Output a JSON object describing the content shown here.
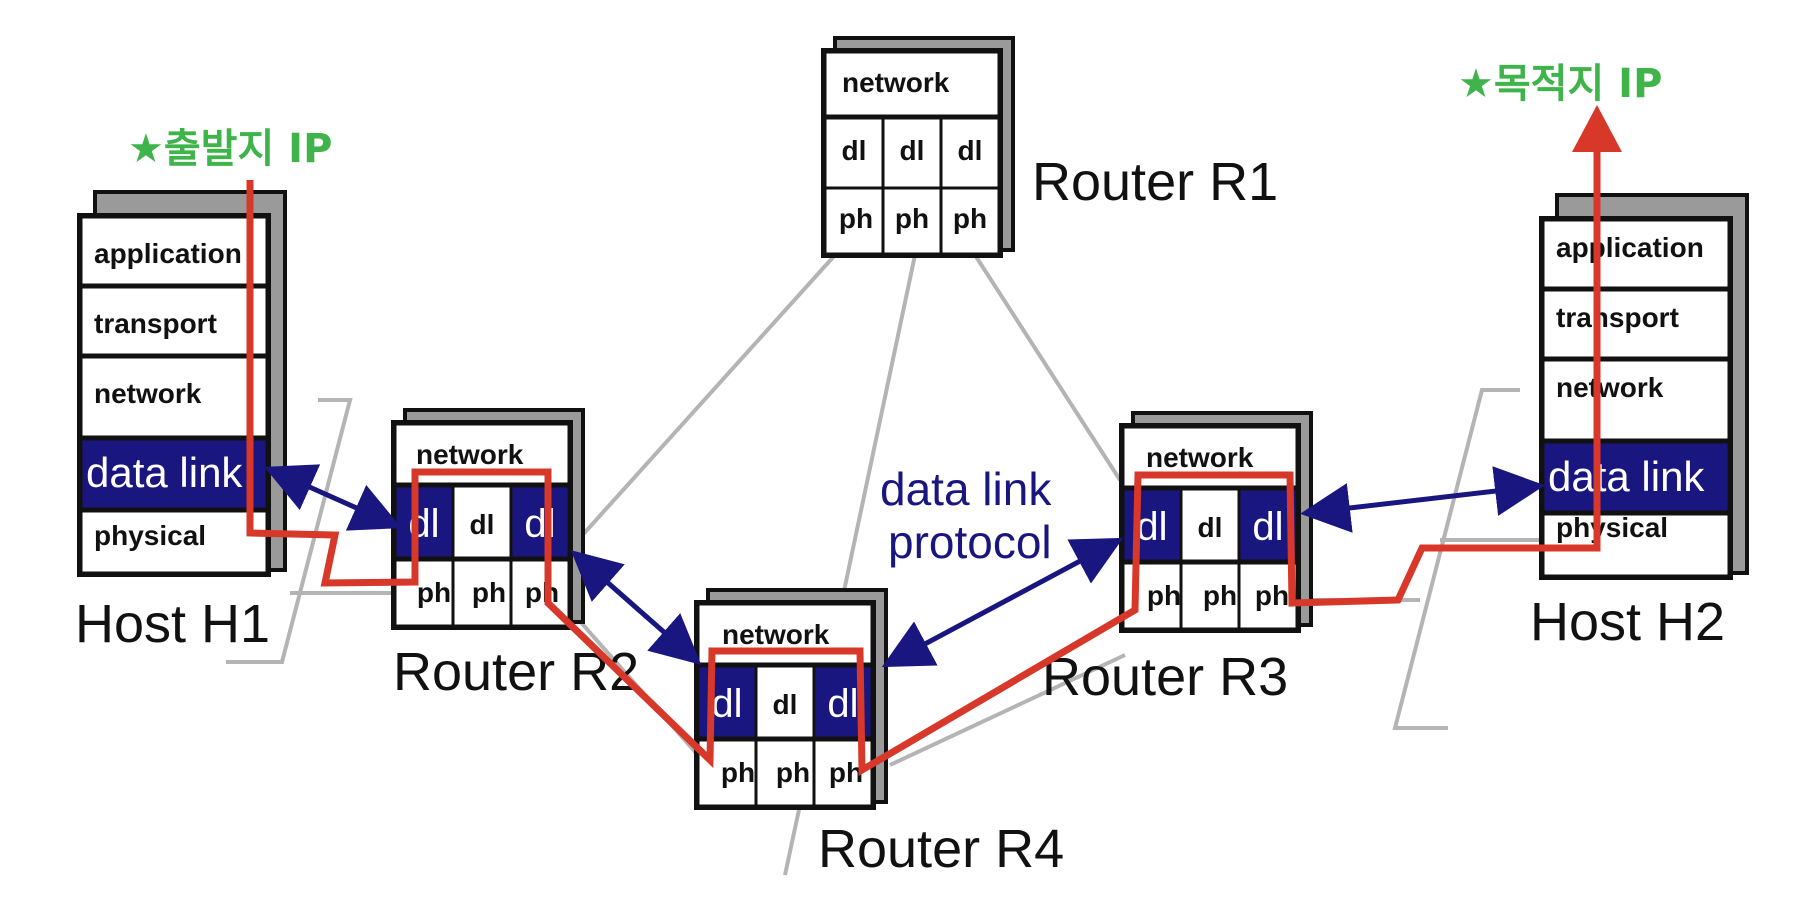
{
  "colors": {
    "box_stroke": "#111111",
    "shadow": "#9a9a9a",
    "dl_fill": "#1a1680",
    "link_gray": "#b4b4b4",
    "path_red": "#d7382a",
    "arrow_navy": "#1a1680",
    "label_green": "#3fb44a"
  },
  "labels": {
    "source_ip": "★출발지 IP",
    "dest_ip": "★목적지 IP",
    "dl_protocol_line1": "data link",
    "dl_protocol_line2": "protocol"
  },
  "hosts": {
    "h1": {
      "name": "Host H1",
      "layers": {
        "application": "application",
        "transport": "transport",
        "network": "network",
        "datalink": "data link",
        "physical": "physical"
      }
    },
    "h2": {
      "name": "Host H2",
      "layers": {
        "application": "application",
        "transport": "transport",
        "network": "network",
        "datalink": "data link",
        "physical": "physical"
      }
    }
  },
  "routers": {
    "r1": {
      "name": "Router R1",
      "network": "network",
      "dl": [
        "dl",
        "dl",
        "dl"
      ],
      "ph": [
        "ph",
        "ph",
        "ph"
      ]
    },
    "r2": {
      "name": "Router R2",
      "network": "network",
      "dl": [
        "dl",
        "dl",
        "dl"
      ],
      "ph": [
        "ph",
        "ph",
        "ph"
      ]
    },
    "r3": {
      "name": "Router R3",
      "network": "network",
      "dl": [
        "dl",
        "dl",
        "dl"
      ],
      "ph": [
        "ph",
        "ph",
        "ph"
      ]
    },
    "r4": {
      "name": "Router R4",
      "network": "network",
      "dl": [
        "dl",
        "dl",
        "dl"
      ],
      "ph": [
        "ph",
        "ph",
        "ph"
      ]
    }
  }
}
